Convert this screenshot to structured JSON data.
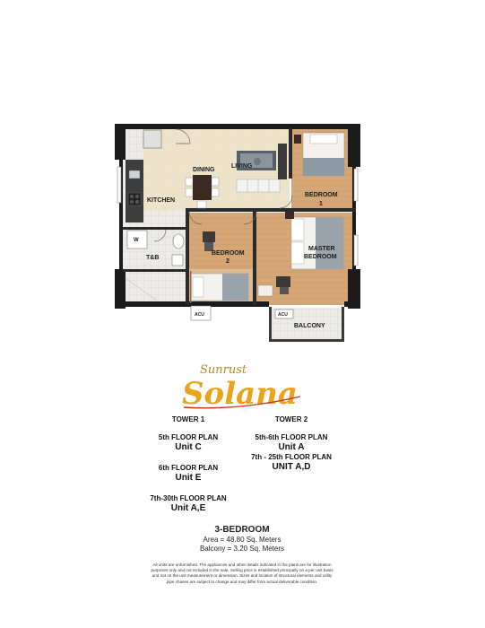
{
  "plan": {
    "rooms": {
      "dining": "DINING",
      "living": "LIVING",
      "kitchen": "KITCHEN",
      "bedroom1_a": "BEDROOM",
      "bedroom1_b": "1",
      "tb": "T&B",
      "bedroom2_a": "BEDROOM",
      "bedroom2_b": "2",
      "master_a": "MASTER",
      "master_b": "BEDROOM",
      "balcony": "BALCONY"
    },
    "small_labels": {
      "washer": "W",
      "acu_left": "ACU",
      "acu_right": "ACU"
    },
    "colors": {
      "wall": "#1b1b1b",
      "floor_wood": "#d4a574",
      "floor_beige": "#ece2c9",
      "floor_tile": "#e7e6e2",
      "bed_linen": "#f4f2ee",
      "sofa": "#556067"
    }
  },
  "logo": {
    "script_top": "Sunrust",
    "script_main": "Solana",
    "colors": {
      "gold": "#e7a41a",
      "red": "#c8361e"
    }
  },
  "tower1": {
    "title": "TOWER 1",
    "plans": [
      {
        "floor": "5th FLOOR PLAN",
        "unit": "Unit C"
      },
      {
        "floor": "6th FLOOR PLAN",
        "unit": "Unit E"
      },
      {
        "floor": "7th-30th FLOOR PLAN",
        "unit": "Unit A,E"
      }
    ]
  },
  "tower2": {
    "title": "TOWER 2",
    "plans": [
      {
        "floor": "5th-6th FLOOR PLAN",
        "unit": "Unit A"
      },
      {
        "floor": "7th - 25th  FLOOR PLAN",
        "unit": "UNIT A,D"
      }
    ]
  },
  "summary": {
    "type": "3-BEDROOM",
    "area": "Area = 48.80 Sq. Meters",
    "balcony": "Balcony = 3.20 Sq. Meters"
  },
  "disclaimer": {
    "line1": "All units are unfurnished. The appliances and other details indicated in the plans are for illustration",
    "line2": "purposes only and not included in the sale. Selling price is established principally on a per unit basis",
    "line3": "and not on the unit measurement or dimension. Sizes and location of structural elements and utility",
    "line4": "pipe chases are subject to change and may differ from actual deliverable condition."
  }
}
